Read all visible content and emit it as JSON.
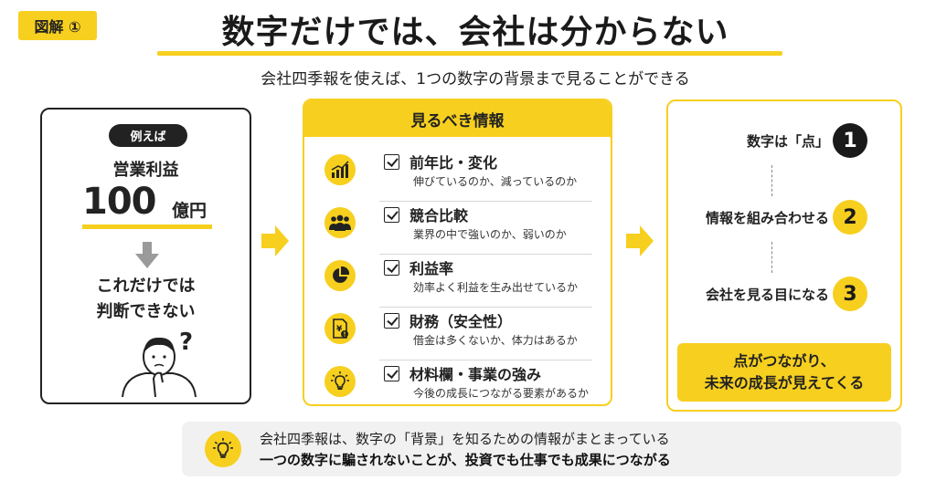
{
  "badge": "図解 ①",
  "title": "数字だけでは、会社は分からない",
  "subtitle": "会社四季報を使えば、1つの数字の背景まで見ることができる",
  "left": {
    "pill": "例えば",
    "label": "営業利益",
    "value": "100",
    "unit": "億円",
    "note_line1": "これだけでは",
    "note_line2": "判断できない",
    "question": "?"
  },
  "middle": {
    "header": "見るべき情報",
    "items": [
      {
        "title": "前年比・変化",
        "desc": "伸びているのか、減っているのか",
        "icon": "growth-chart-icon"
      },
      {
        "title": "競合比較",
        "desc": "業界の中で強いのか、弱いのか",
        "icon": "people-group-icon"
      },
      {
        "title": "利益率",
        "desc": "効率よく利益を生み出せているか",
        "icon": "pie-chart-icon"
      },
      {
        "title": "財務（安全性）",
        "desc": "借金は多くないか、体力はあるか",
        "icon": "yen-document-icon"
      },
      {
        "title": "材料欄・事業の強み",
        "desc": "今後の成長につながる要素があるか",
        "icon": "lightbulb-icon"
      }
    ]
  },
  "right": {
    "steps": [
      {
        "label": "数字は「点」",
        "num": "1"
      },
      {
        "label": "情報を組み合わせる",
        "num": "2"
      },
      {
        "label": "会社を見る目になる",
        "num": "3"
      }
    ],
    "conclusion_line1": "点がつながり、",
    "conclusion_line2": "未来の成長が見えてくる"
  },
  "bottom": {
    "line1": "会社四季報は、数字の「背景」を知るための情報がまとまっている",
    "line2": "一つの数字に騙されないことが、投資でも仕事でも成果につながる"
  },
  "colors": {
    "accent": "#f7cf1f",
    "dark": "#1a1a1a",
    "bottom_bg": "#f1f1f1"
  }
}
